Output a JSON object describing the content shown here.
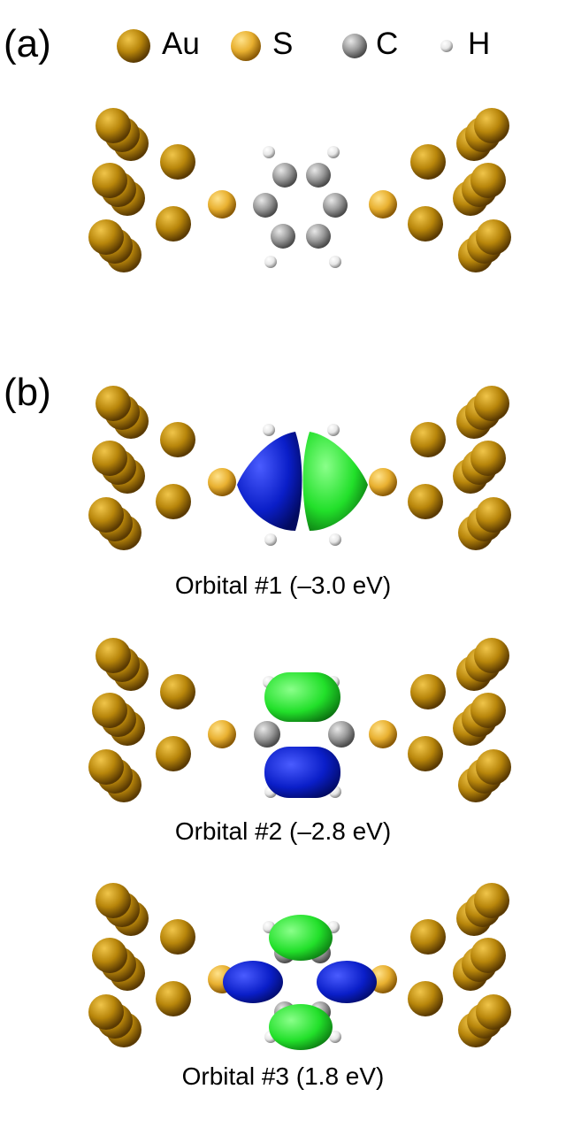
{
  "panels": {
    "a_label": "(a)",
    "b_label": "(b)"
  },
  "legend": [
    {
      "symbol": "Au",
      "color": "#b8860b",
      "size": "large"
    },
    {
      "symbol": "S",
      "color": "#e8b030",
      "size": "medium"
    },
    {
      "symbol": "C",
      "color": "#9a9a9a",
      "size": "medium"
    },
    {
      "symbol": "H",
      "color": "#e6e6e6",
      "size": "small"
    }
  ],
  "orbitals": [
    {
      "caption": "Orbital #1 (–3.0 eV)",
      "pattern": "lobes-left-right",
      "lobe_colors": [
        "#0a1ec8",
        "#22e02a"
      ]
    },
    {
      "caption": "Orbital #2 (–2.8 eV)",
      "pattern": "lobes-top-bottom",
      "lobe_colors": [
        "#22e02a",
        "#0a1ec8"
      ]
    },
    {
      "caption": "Orbital #3 (1.8 eV)",
      "pattern": "four-lobes",
      "lobe_colors": [
        "#22e02a",
        "#0a1ec8"
      ]
    }
  ],
  "colors": {
    "gold": "#b8860b",
    "sulfur": "#e8b030",
    "carbon": "#9a9a9a",
    "hydrogen": "#e6e6e6",
    "orbital_positive": "#22e02a",
    "orbital_negative": "#0a1ec8"
  }
}
